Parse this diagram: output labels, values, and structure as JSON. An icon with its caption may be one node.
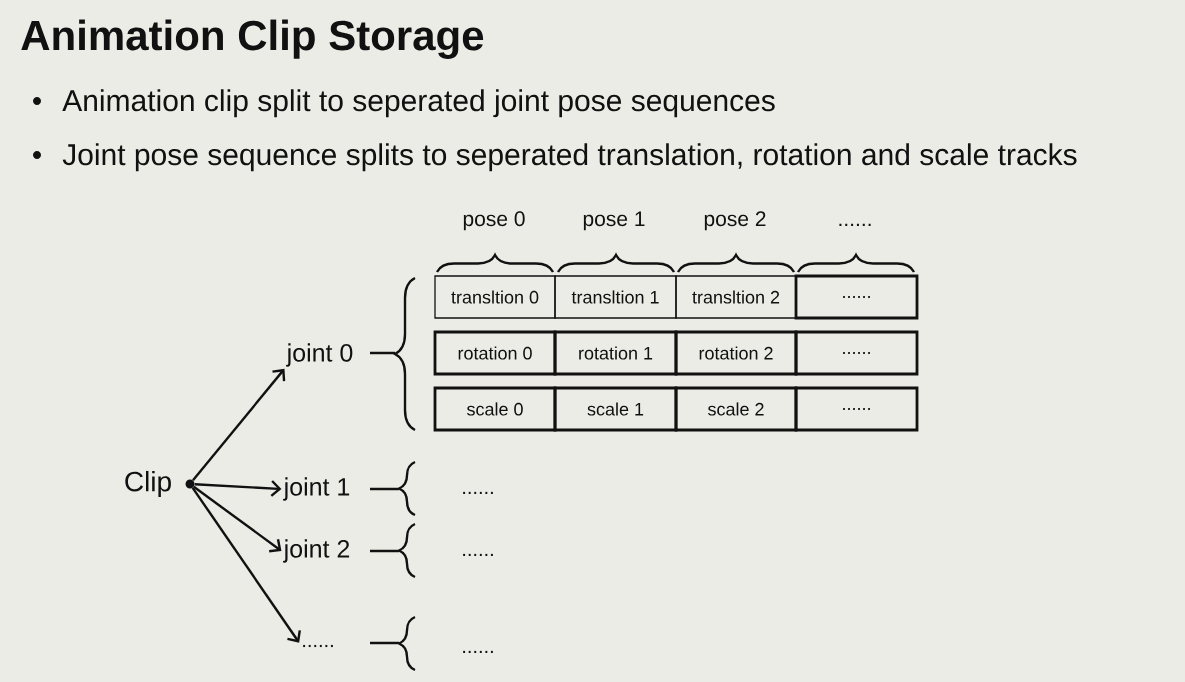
{
  "diagram": {
    "title": "Animation Clip Storage",
    "nodes": [
      {
        "text": [],
        "shape": "circle",
        "beside": [
          "Clip"
        ]
      },
      {
        "text": [
          "joint 0"
        ]
      },
      {
        "text": [
          "joint 1"
        ]
      },
      {
        "text": [
          "joint 2"
        ]
      },
      {
        "text": [
          "......"
        ]
      },
      {
        "text": [
          "transltion 0"
        ]
      },
      {
        "text": [
          "transltion 1"
        ]
      },
      {
        "text": [
          "transltion 2"
        ]
      },
      {
        "text": [
          "......"
        ]
      },
      {
        "text": [
          "rotation 0"
        ]
      },
      {
        "text": [
          "rotation 1"
        ]
      },
      {
        "text": [
          "rotation 2"
        ]
      },
      {
        "text": [
          "......"
        ]
      },
      {
        "text": [
          "scale 0"
        ]
      },
      {
        "text": [
          "scale 1"
        ]
      },
      {
        "text": [
          "scale 2"
        ]
      },
      {
        "text": [
          "......"
        ]
      }
    ],
    "edges": [
      {
        "from": 0,
        "to": 1,
        "arrow": "to"
      },
      {
        "from": 0,
        "to": 2,
        "arrow": "to"
      },
      {
        "from": 0,
        "to": 3,
        "arrow": "to"
      },
      {
        "from": 0,
        "to": 4,
        "arrow": "to"
      }
    ],
    "labels": [
      "Animation clip split to seperated joint pose sequences",
      "Joint pose sequence splits to seperated translation, rotation and scale tracks",
      "pose 0",
      "pose 1",
      "pose 2",
      "......",
      "......",
      "......",
      "......"
    ]
  }
}
